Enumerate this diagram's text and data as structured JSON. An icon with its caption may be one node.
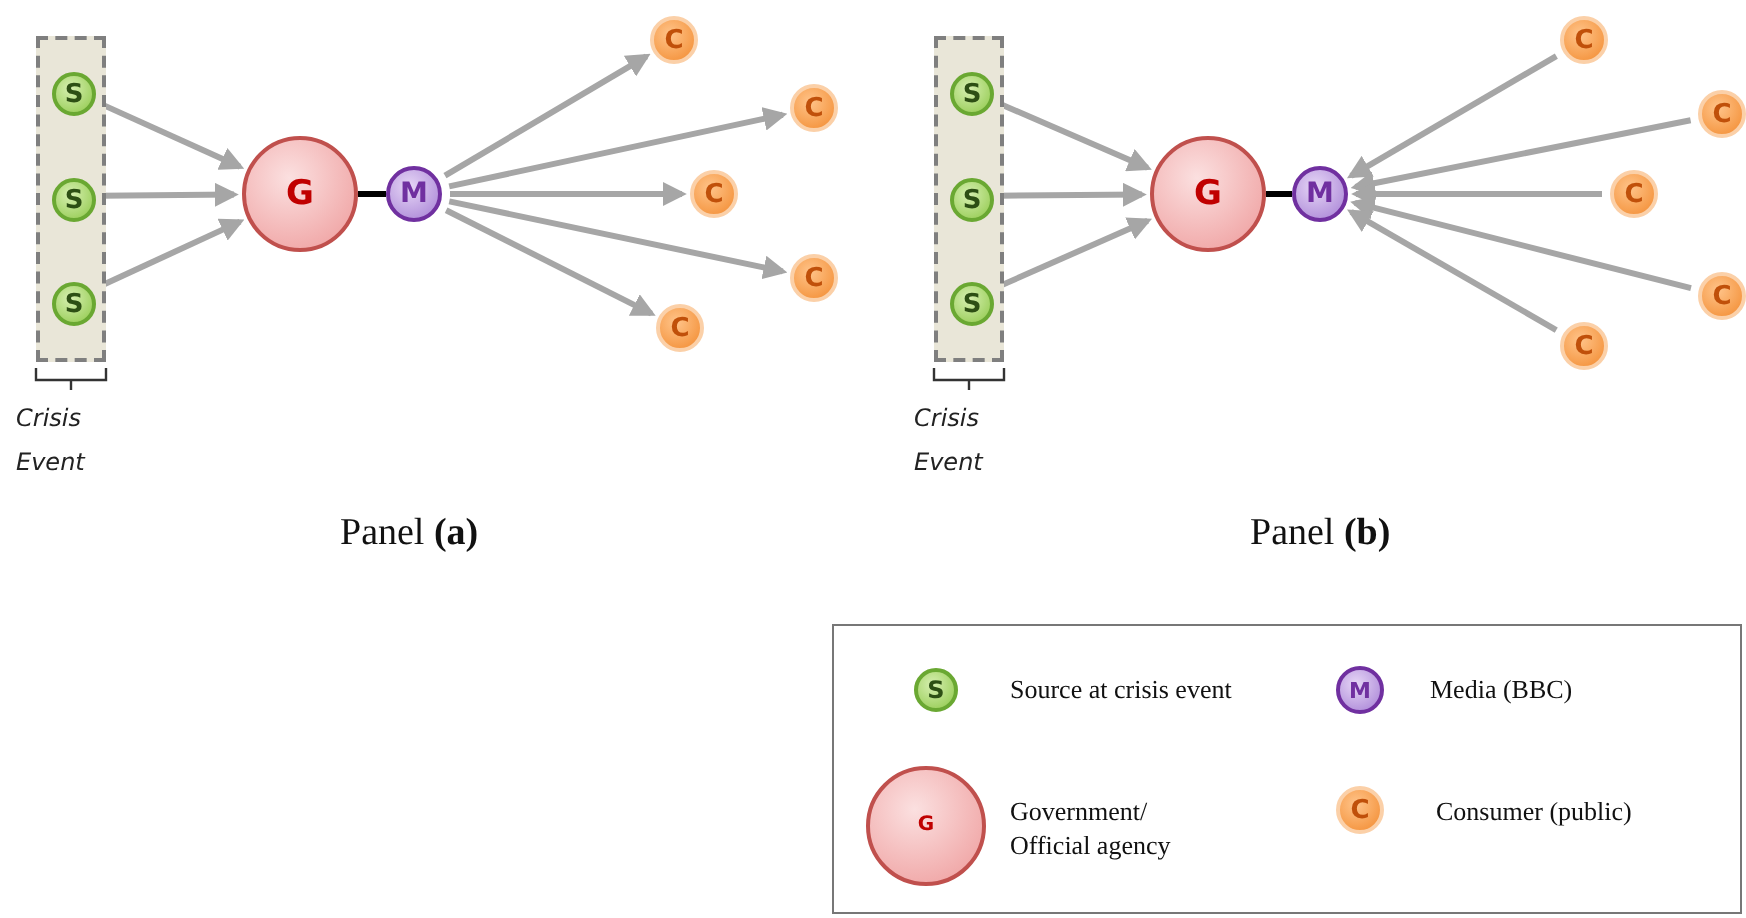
{
  "diagram": {
    "nodes": [
      {
        "text": [],
        "shape": "box"
      },
      {
        "text": [
          "S"
        ],
        "in": 0
      },
      {
        "text": [
          "S"
        ],
        "in": 0
      },
      {
        "text": [
          "S"
        ],
        "in": 0
      },
      {
        "text": [
          "G"
        ]
      },
      {
        "text": [
          "M"
        ]
      },
      {
        "text": [
          "C"
        ]
      },
      {
        "text": [
          "C"
        ]
      },
      {
        "text": [
          "C"
        ]
      },
      {
        "text": [
          "C"
        ]
      },
      {
        "text": [
          "C"
        ]
      },
      {
        "text": [],
        "shape": "box"
      },
      {
        "text": [
          "S"
        ],
        "in": 11
      },
      {
        "text": [
          "S"
        ],
        "in": 11
      },
      {
        "text": [
          "S"
        ],
        "in": 11
      },
      {
        "text": [
          "G"
        ]
      },
      {
        "text": [
          "M"
        ]
      },
      {
        "text": [
          "C"
        ]
      },
      {
        "text": [
          "C"
        ]
      },
      {
        "text": [
          "C"
        ]
      },
      {
        "text": [
          "C"
        ]
      },
      {
        "text": [
          "C"
        ]
      },
      {
        "text": [
          "S"
        ]
      },
      {
        "text": [
          "M"
        ]
      },
      {
        "text": [
          "G"
        ]
      },
      {
        "text": [
          "C"
        ]
      }
    ],
    "edges": [
      {
        "from": 1,
        "to": 4,
        "arrow": "to"
      },
      {
        "from": 2,
        "to": 4,
        "arrow": "to"
      },
      {
        "from": 3,
        "to": 4,
        "arrow": "to"
      },
      {
        "from": 4,
        "to": 5,
        "arrow": "none",
        "color": "#000000"
      },
      {
        "from": 5,
        "to": 6,
        "arrow": "to"
      },
      {
        "from": 5,
        "to": 7,
        "arrow": "to"
      },
      {
        "from": 5,
        "to": 8,
        "arrow": "to"
      },
      {
        "from": 5,
        "to": 9,
        "arrow": "to"
      },
      {
        "from": 5,
        "to": 10,
        "arrow": "to"
      },
      {
        "from": 12,
        "to": 15,
        "arrow": "to"
      },
      {
        "from": 13,
        "to": 15,
        "arrow": "to"
      },
      {
        "from": 14,
        "to": 15,
        "arrow": "to"
      },
      {
        "from": 15,
        "to": 16,
        "arrow": "none",
        "color": "#000000"
      },
      {
        "from": 17,
        "to": 16,
        "arrow": "to"
      },
      {
        "from": 18,
        "to": 16,
        "arrow": "to"
      },
      {
        "from": 19,
        "to": 16,
        "arrow": "to"
      },
      {
        "from": 20,
        "to": 16,
        "arrow": "to"
      },
      {
        "from": 21,
        "to": 16,
        "arrow": "to"
      }
    ],
    "labels": [
      "Crisis Event",
      "Crisis Event",
      "Panel **(a)**",
      "Panel **(b)**"
    ],
    "legend": [
      {
        "text": "Source at crisis event"
      },
      {
        "text": "Media (BBC)"
      },
      {
        "text": "Government/ Official agency"
      },
      {
        "text": "Consumer (public)"
      }
    ]
  }
}
